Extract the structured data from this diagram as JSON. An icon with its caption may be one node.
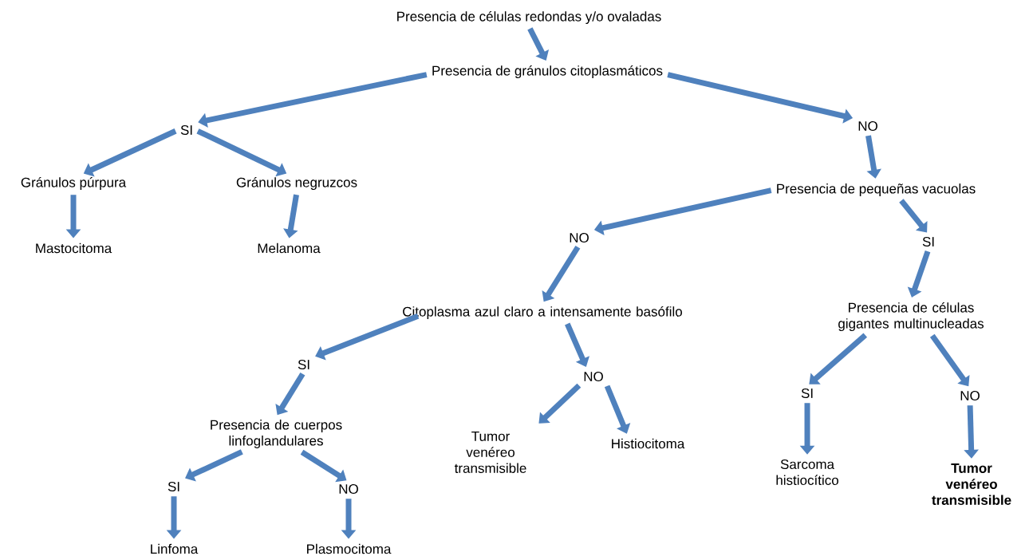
{
  "diagram": {
    "nodes": [
      {
        "text": [
          "Presencia de células redondas y/o ovaladas"
        ]
      },
      {
        "text": [
          "Presencia de gránulos citoplasmáticos"
        ]
      },
      {
        "text": [
          "SI"
        ]
      },
      {
        "text": [
          "NO"
        ]
      },
      {
        "text": [
          "Gránulos púrpura"
        ]
      },
      {
        "text": [
          "Gránulos negruzcos"
        ]
      },
      {
        "text": [
          "Mastocitoma"
        ]
      },
      {
        "text": [
          "Melanoma"
        ]
      },
      {
        "text": [
          "Presencia de pequeñas vacuolas"
        ]
      },
      {
        "text": [
          "NO"
        ]
      },
      {
        "text": [
          "SI"
        ]
      },
      {
        "text": [
          "Citoplasma azul claro a intensamente basófilo"
        ]
      },
      {
        "text": [
          "Presencia de células gigantes multinucleadas"
        ]
      },
      {
        "text": [
          "SI"
        ]
      },
      {
        "text": [
          "NO"
        ]
      },
      {
        "text": [
          "SI"
        ]
      },
      {
        "text": [
          "NO"
        ]
      },
      {
        "text": [
          "Presencia de cuerpos linfoglandulares"
        ]
      },
      {
        "text": [
          "Tumor venéreo transmisible"
        ]
      },
      {
        "text": [
          "Histiocitoma"
        ]
      },
      {
        "text": [
          "Sarcoma histiocítico"
        ]
      },
      {
        "text": [
          "Tumor venéreo transmisible"
        ]
      },
      {
        "text": [
          "SI"
        ]
      },
      {
        "text": [
          "NO"
        ]
      },
      {
        "text": [
          "Linfoma"
        ]
      },
      {
        "text": [
          "Plasmocitoma"
        ]
      }
    ],
    "edges": [
      {
        "from": 0,
        "to": 1,
        "arrow": "to"
      },
      {
        "from": 1,
        "to": 2,
        "arrow": "to"
      },
      {
        "from": 1,
        "to": 3,
        "arrow": "to"
      },
      {
        "from": 2,
        "to": 4,
        "arrow": "to"
      },
      {
        "from": 2,
        "to": 5,
        "arrow": "to"
      },
      {
        "from": 4,
        "to": 6,
        "arrow": "to"
      },
      {
        "from": 5,
        "to": 7,
        "arrow": "to"
      },
      {
        "from": 3,
        "to": 8,
        "arrow": "to"
      },
      {
        "from": 8,
        "to": 9,
        "arrow": "to"
      },
      {
        "from": 8,
        "to": 10,
        "arrow": "to"
      },
      {
        "from": 9,
        "to": 11,
        "arrow": "to"
      },
      {
        "from": 10,
        "to": 12,
        "arrow": "to"
      },
      {
        "from": 11,
        "to": 13,
        "arrow": "to"
      },
      {
        "from": 11,
        "to": 14,
        "arrow": "to"
      },
      {
        "from": 12,
        "to": 15,
        "arrow": "to"
      },
      {
        "from": 12,
        "to": 16,
        "arrow": "to"
      },
      {
        "from": 13,
        "to": 17,
        "arrow": "to"
      },
      {
        "from": 14,
        "to": 18,
        "arrow": "to"
      },
      {
        "from": 14,
        "to": 19,
        "arrow": "to"
      },
      {
        "from": 15,
        "to": 20,
        "arrow": "to"
      },
      {
        "from": 16,
        "to": 21,
        "arrow": "to"
      },
      {
        "from": 17,
        "to": 22,
        "arrow": "to"
      },
      {
        "from": 17,
        "to": 23,
        "arrow": "to"
      },
      {
        "from": 22,
        "to": 24,
        "arrow": "to"
      },
      {
        "from": 23,
        "to": 25,
        "arrow": "to"
      }
    ]
  }
}
